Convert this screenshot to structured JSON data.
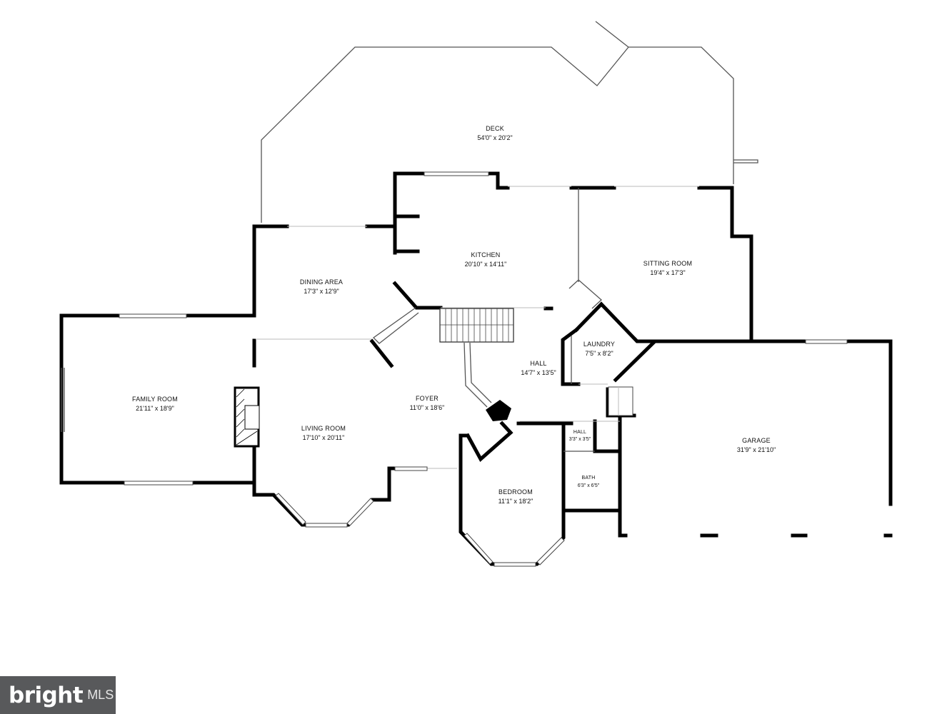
{
  "rooms": {
    "deck": {
      "name": "DECK",
      "dims": "54'0\" x 20'2\""
    },
    "kitchen": {
      "name": "KITCHEN",
      "dims": "20'10\" x 14'11\""
    },
    "sitting": {
      "name": "SITTING ROOM",
      "dims": "19'4\" x 17'3\""
    },
    "dining": {
      "name": "DINING AREA",
      "dims": "17'3\" x 12'9\""
    },
    "family": {
      "name": "FAMILY ROOM",
      "dims": "21'11\" x 18'9\""
    },
    "living": {
      "name": "LIVING ROOM",
      "dims": "17'10\" x 20'11\""
    },
    "foyer": {
      "name": "FOYER",
      "dims": "11'0\" x 18'6\""
    },
    "hall": {
      "name": "HALL",
      "dims": "14'7\" x 13'5\""
    },
    "laundry": {
      "name": "LAUNDRY",
      "dims": "7'5\" x 8'2\""
    },
    "hall_small": {
      "name": "HALL",
      "dims": "3'3\" x 3'5\""
    },
    "bath": {
      "name": "BATH",
      "dims": "6'3\" x 6'5\""
    },
    "bedroom": {
      "name": "BEDROOM",
      "dims": "11'1\" x 18'2\""
    },
    "garage": {
      "name": "GARAGE",
      "dims": "31'9\" x 21'10\""
    }
  },
  "logo": {
    "brand": "bright",
    "suffix": "MLS",
    "background": "#58595b"
  }
}
